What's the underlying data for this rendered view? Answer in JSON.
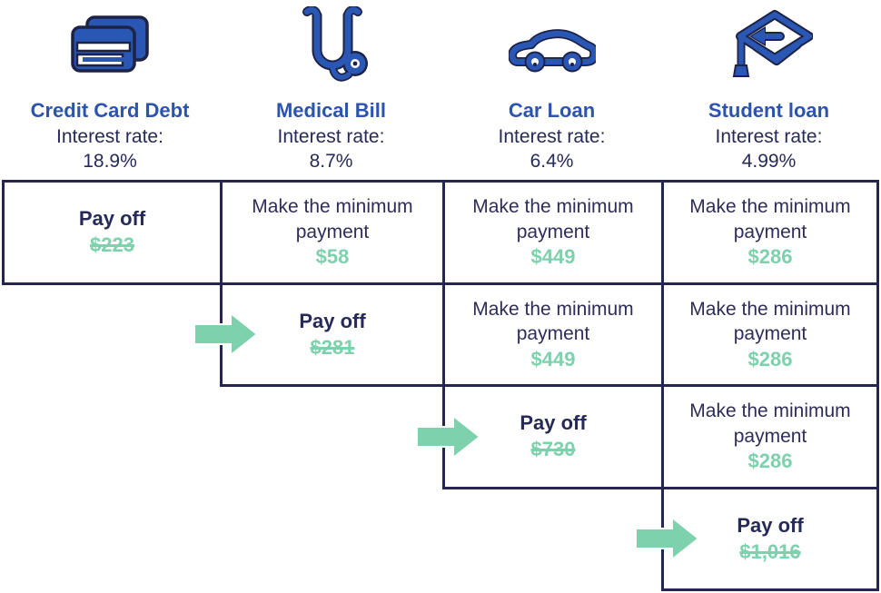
{
  "palette": {
    "title_blue": "#2a54ae",
    "icon_blue": "#2a57b4",
    "icon_outline_navy": "#1d2347",
    "text_navy": "#262a58",
    "border_navy": "#24264f",
    "green": "#7dd1ac",
    "background": "#ffffff"
  },
  "columns": [
    {
      "icon": "credit-card-icon",
      "title": "Credit Card Debt",
      "interest_label": "Interest rate:",
      "interest_rate": "18.9%"
    },
    {
      "icon": "stethoscope-icon",
      "title": "Medical Bill",
      "interest_label": "Interest rate:",
      "interest_rate": "8.7%"
    },
    {
      "icon": "car-icon",
      "title": "Car Loan",
      "interest_label": "Interest rate:",
      "interest_rate": "6.4%"
    },
    {
      "icon": "graduation-cap-icon",
      "title": "Student loan",
      "interest_label": "Interest rate:",
      "interest_rate": "4.99%"
    }
  ],
  "table": {
    "payoff_label": "Pay off",
    "minimum_label": "Make the minimum payment",
    "rows": [
      {
        "cells": [
          {
            "col": 0,
            "type": "payoff",
            "amount": "$223",
            "paid_off": true,
            "arrow": false
          },
          {
            "col": 1,
            "type": "minimum",
            "amount": "$58"
          },
          {
            "col": 2,
            "type": "minimum",
            "amount": "$449"
          },
          {
            "col": 3,
            "type": "minimum",
            "amount": "$286"
          }
        ]
      },
      {
        "cells": [
          {
            "col": 1,
            "type": "payoff",
            "amount": "$281",
            "paid_off": true,
            "arrow": true
          },
          {
            "col": 2,
            "type": "minimum",
            "amount": "$449"
          },
          {
            "col": 3,
            "type": "minimum",
            "amount": "$286"
          }
        ]
      },
      {
        "cells": [
          {
            "col": 2,
            "type": "payoff",
            "amount": "$730",
            "paid_off": true,
            "arrow": true
          },
          {
            "col": 3,
            "type": "minimum",
            "amount": "$286"
          }
        ]
      },
      {
        "cells": [
          {
            "col": 3,
            "type": "payoff",
            "amount": "$1,016",
            "paid_off": true,
            "arrow": true
          }
        ]
      }
    ]
  }
}
